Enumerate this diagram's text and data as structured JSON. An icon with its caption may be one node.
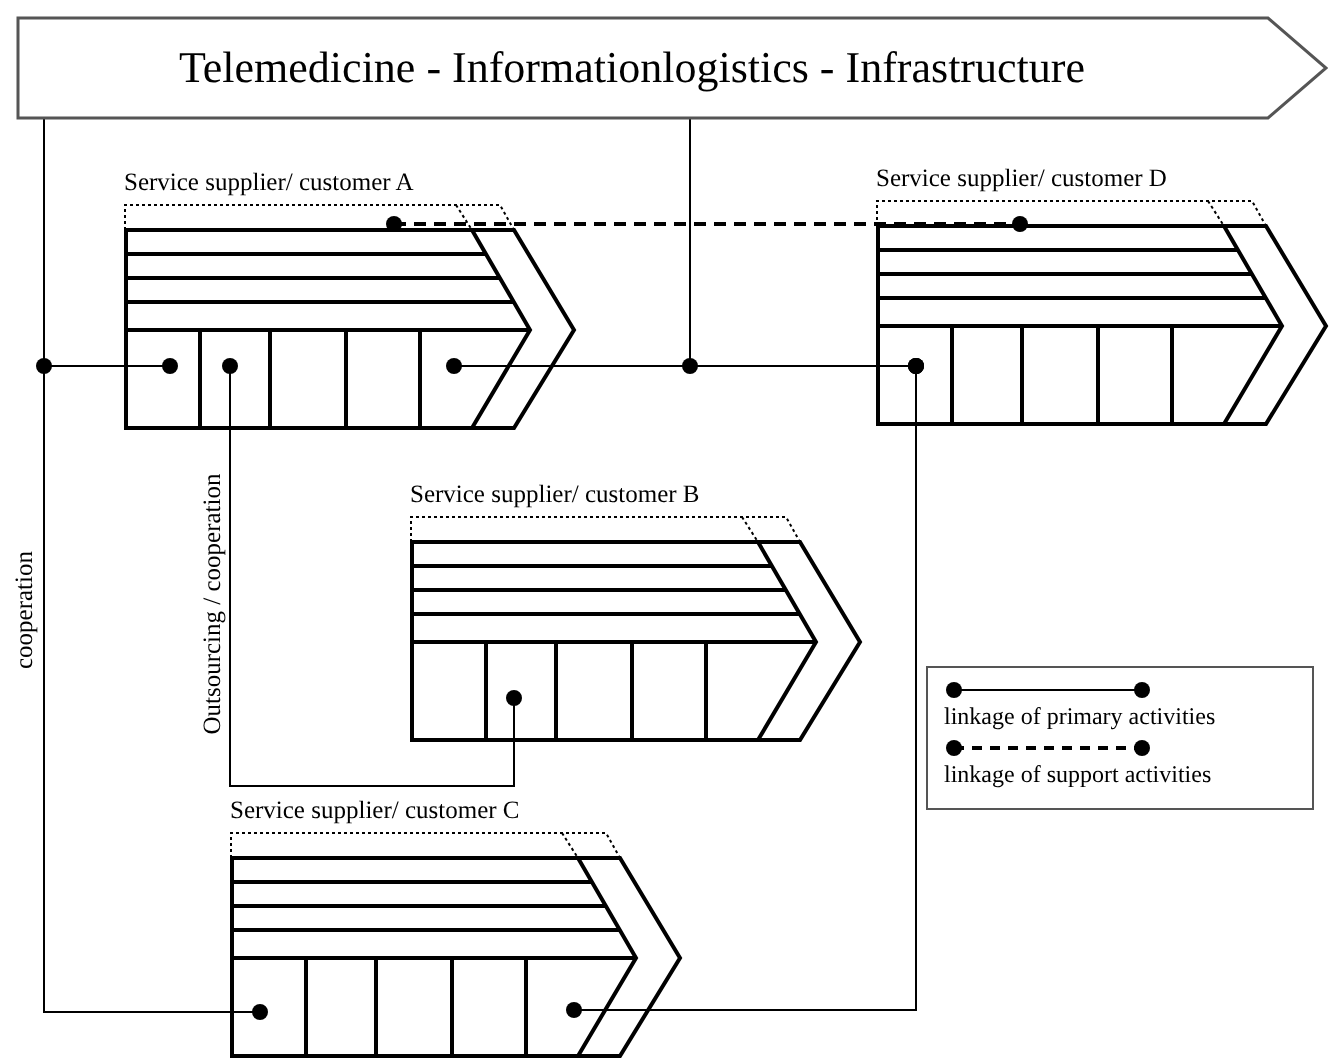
{
  "diagram": {
    "nodes": [
      {
        "text": [
          "Telemedicine - Informationlogistics - Infrastructure"
        ]
      },
      {
        "text": [
          "Service supplier/ customer A"
        ]
      },
      {
        "text": [
          "Service supplier/ customer D"
        ]
      },
      {
        "text": [
          "Service supplier/ customer B"
        ]
      },
      {
        "text": [
          "Service supplier/ customer C"
        ]
      }
    ],
    "edges": [
      {
        "from": 0,
        "to": 1,
        "arrow": "other"
      },
      {
        "from": 0,
        "to": 4,
        "arrow": "other",
        "label": "cooperation"
      },
      {
        "from": 1,
        "to": 3,
        "arrow": "other",
        "label": "Outsourcing / cooperation"
      },
      {
        "from": 0,
        "to": 2,
        "arrow": "other"
      },
      {
        "from": 1,
        "to": 2,
        "arrow": "other"
      },
      {
        "from": 1,
        "to": 2,
        "arrow": "other",
        "style": "dashed"
      },
      {
        "from": 2,
        "to": 4,
        "arrow": "other"
      }
    ],
    "legend": [
      {
        "text": "linkage of primary activities"
      },
      {
        "text": "linkage of support activities"
      }
    ]
  }
}
